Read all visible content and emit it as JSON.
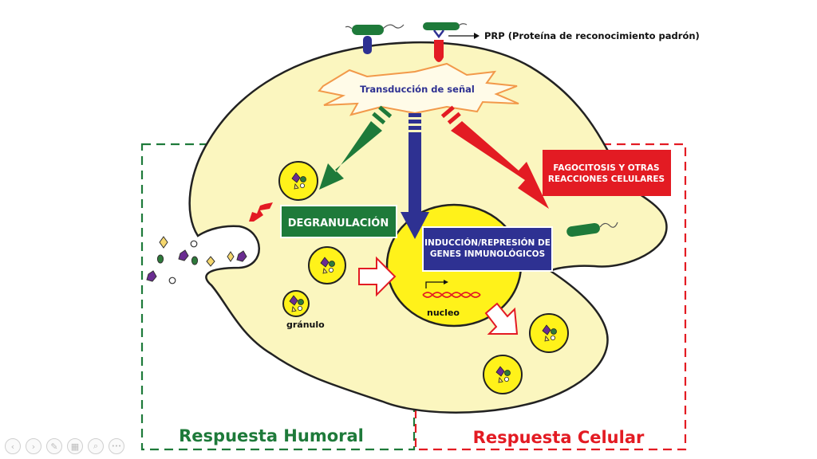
{
  "diagram": {
    "prp_label": "PRP (Proteína de reconocimiento padrón)",
    "transduction_label": "Transducción de señal",
    "degranulation_label": "DEGRANULACIÓN",
    "induction_label_line1": "INDUCCIÓN/REPRESIÓN DE",
    "induction_label_line2": "GENES INMUNOLÓGICOS",
    "phagocytosis_label_line1": "FAGOCITOSIS Y OTRAS",
    "phagocytosis_label_line2": "REACCIONES CELULARES",
    "nucleus_label": "nucleo",
    "granule_label": "gránulo",
    "humoral_label": "Respuesta Humoral",
    "cellular_label": "Respuesta Celular"
  },
  "colors": {
    "cell_fill": "#fbf6bf",
    "nucleus_fill": "#fff21a",
    "green": "#1e7a3a",
    "blue": "#2e3192",
    "red": "#e31b23",
    "orange": "#f2994a"
  },
  "player_controls": [
    {
      "name": "prev-slide-icon",
      "glyph": "‹"
    },
    {
      "name": "next-slide-icon",
      "glyph": "›"
    },
    {
      "name": "pen-icon",
      "glyph": "✎"
    },
    {
      "name": "slides-grid-icon",
      "glyph": "▦"
    },
    {
      "name": "zoom-icon",
      "glyph": "⌕"
    },
    {
      "name": "more-options-icon",
      "glyph": "•••"
    }
  ]
}
